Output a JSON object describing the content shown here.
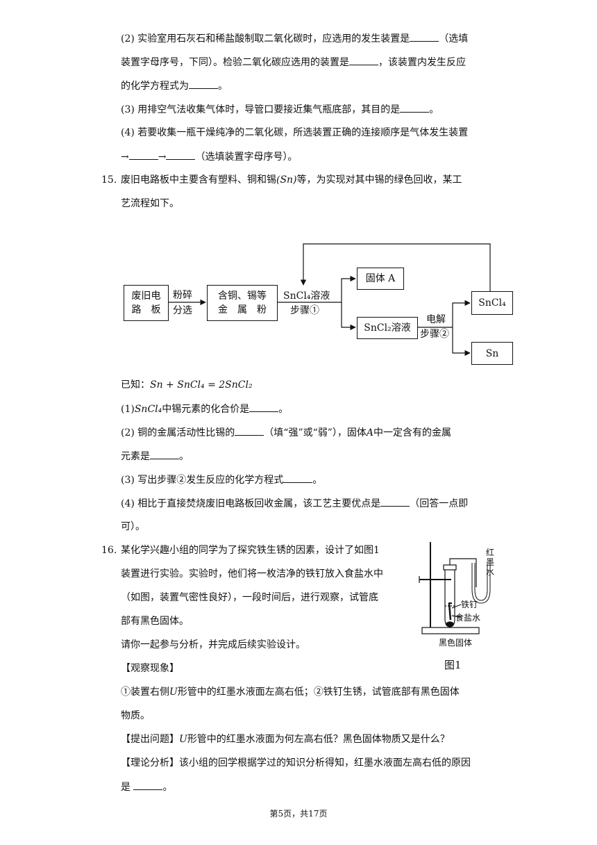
{
  "q14": {
    "p2_a": "(2) 实验室用石灰石和稀盐酸制取二氧化碳时，应选用的发生装置是",
    "p2_b": "（选填",
    "p2_c": "装置字母序号，下同）。检验二氧化碳应选用的装置是",
    "p2_d": "，该装置内发生反应",
    "p2_e": "的化学方程式为",
    "p2_f": "。",
    "p3_a": "(3) 用排空气法收集气体时，导管口要接近集气瓶底部，其目的是",
    "p3_b": "。",
    "p4_a": "(4) 若要收集一瓶干燥纯净的二氧化碳，所选装置正确的连接顺序是气体发生装置",
    "p4_b": "→",
    "p4_c": "→",
    "p4_d": "（选填装置字母序号）。"
  },
  "q15": {
    "number": "15.",
    "intro_a": "废旧电路板中主要含有塑料、铜和锡",
    "intro_sn": "(Sn)",
    "intro_b": "等，为实现对其中锡的绿色回收，某工",
    "intro_c": "艺流程如下。",
    "flow": {
      "box1": "废旧电\n路　板",
      "arrow1_top": "粉碎",
      "arrow1_bottom": "分选",
      "box2": "含铜、锡等\n金　属　粉",
      "step1_top": "SnCl₄溶液",
      "step1_bottom": "步骤①",
      "solidA": "固体 A",
      "sncl2": "SnCl₂溶液",
      "step2_top": "电解",
      "step2_bottom": "步骤②",
      "out1": "SnCl₄",
      "out2": "Sn"
    },
    "known_label": "已知：",
    "known_eq": "Sn + SnCl₄ = 2SnCl₂",
    "s1_a": "(1)",
    "s1_formula": "SnCl₄",
    "s1_b": "中锡元素的化合价是",
    "s1_c": "。",
    "s2_a": "(2) 铜的金属活动性比锡的",
    "s2_b": "（填“强”或“弱”），固体",
    "s2_A": "A",
    "s2_c": "中一定含有的金属",
    "s2_d": "元素是",
    "s2_e": "。",
    "s3_a": "(3) 写出步骤②发生反应的化学方程式",
    "s3_b": "。",
    "s4_a": "(4) 相比于直接焚烧废旧电路板回收金属，该工艺主要优点是",
    "s4_b": "（回答一点即",
    "s4_c": "可）。"
  },
  "q16": {
    "number": "16.",
    "l1": "某化学兴趣小组的同学为了探究铁生锈的因素，设计了如图1",
    "l2": "装置进行实验。实验时，他们将一枚洁净的铁钉放入食盐水中",
    "l3": "（如图，装置气密性良好），一段时间后，进行观察，试管底",
    "l4": "部有黑色固体。",
    "l5": "请你一起参与分析，并完成后续实验设计。",
    "obs_title": "【观察现象】",
    "obs_a": "①装置右侧",
    "obs_U": "U",
    "obs_b": "形管中的红墨水液面左高右低；②铁钉生锈，试管底部有黑色固体",
    "obs_c": "物质。",
    "q_title": "【提出问题】",
    "q_U": "U",
    "q_text": "形管中的红墨水液面为何左高右低？黑色固体物质又是什么？",
    "t_title": "【理论分析】",
    "t_text": "该小组的回学根据学过的知识分析得知，红墨水液面左高右低的原因",
    "t_b": "是",
    "t_c": "。",
    "fig": {
      "red_ink_1": "红",
      "red_ink_2": "墨",
      "red_ink_3": "水",
      "nail": "铁钉",
      "salt_water": "食盐水",
      "black_solid": "黑色固体",
      "caption": "图1"
    }
  },
  "footer": "第5页，共17页"
}
